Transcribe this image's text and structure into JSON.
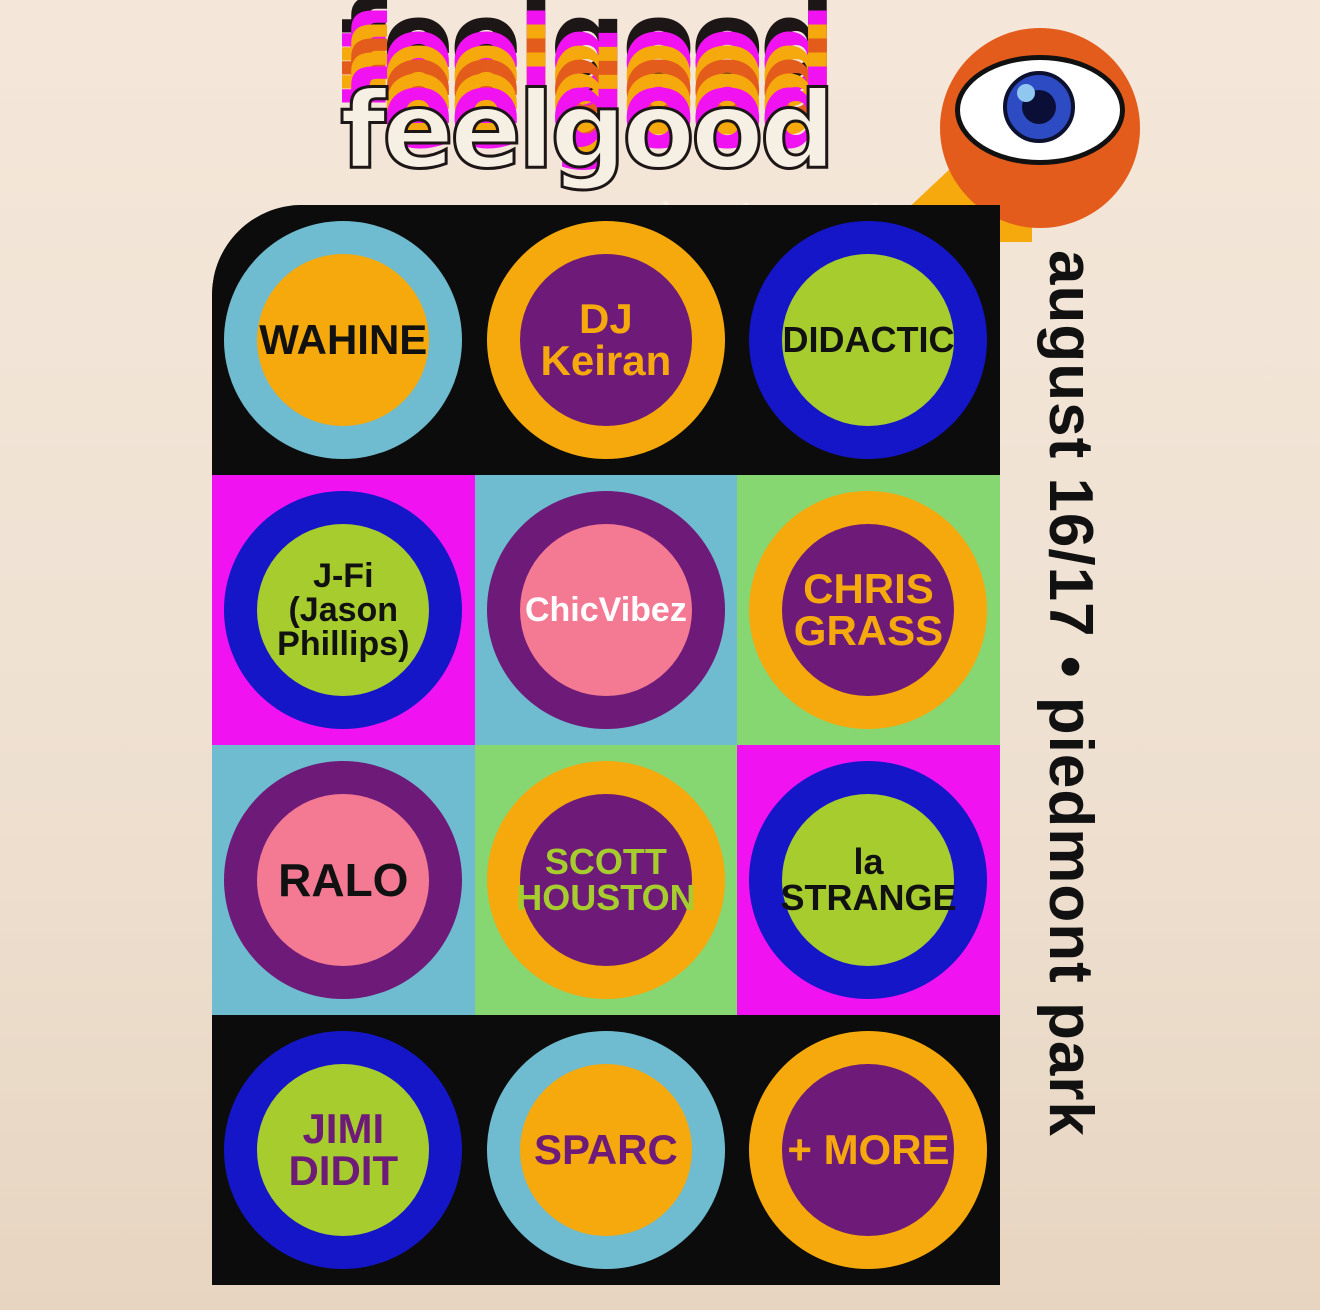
{
  "poster": {
    "title": "feelgood",
    "subtitle": "in the park",
    "date_location": "august 16/17 • piedmont park"
  },
  "colors": {
    "black": "#0c0c0c",
    "orange": "#f5a90c",
    "purple": "#6d1a78",
    "blue": "#1416c8",
    "sky": "#6fbbd0",
    "lime": "#a7cc2e",
    "pink": "#f47a94",
    "magenta": "#f012f0",
    "green": "#86d672",
    "title_stripes": [
      "#1c1616",
      "#f012f0",
      "#f5a90c",
      "#e35c1c",
      "#f5a90c",
      "#f012f0"
    ]
  },
  "icons": {
    "eye": "eye-icon"
  },
  "artists": [
    {
      "name": "WAHINE",
      "text_color": "#111111",
      "ring": "#6fbbd0",
      "disc": "#f5a90c",
      "bg": "#0c0c0c"
    },
    {
      "name": "DJ\nKeiran",
      "text_color": "#f5a90c",
      "ring": "#f5a90c",
      "disc": "#6d1a78",
      "bg": "#0c0c0c"
    },
    {
      "name": "DIDACTIC",
      "text_color": "#111111",
      "ring": "#1416c8",
      "disc": "#a7cc2e",
      "bg": "#0c0c0c"
    },
    {
      "name": "J-Fi\n(Jason\nPhillips)",
      "text_color": "#111111",
      "ring": "#1416c8",
      "disc": "#a7cc2e",
      "bg": "#f012f0"
    },
    {
      "name": "ChicVibez",
      "text_color": "#ffffff",
      "ring": "#6d1a78",
      "disc": "#f47a94",
      "bg": "#6fbbd0"
    },
    {
      "name": "CHRIS\nGRASS",
      "text_color": "#f5a90c",
      "ring": "#f5a90c",
      "disc": "#6d1a78",
      "bg": "#86d672"
    },
    {
      "name": "RALO",
      "text_color": "#111111",
      "ring": "#6d1a78",
      "disc": "#f47a94",
      "bg": "#6fbbd0"
    },
    {
      "name": "SCOTT\nHOUSTON",
      "text_color": "#a7cc2e",
      "ring": "#f5a90c",
      "disc": "#6d1a78",
      "bg": "#86d672"
    },
    {
      "name": "la\nSTRANGE",
      "text_color": "#111111",
      "ring": "#1416c8",
      "disc": "#a7cc2e",
      "bg": "#f012f0"
    },
    {
      "name": "JIMI\nDIDIT",
      "text_color": "#6d1a78",
      "ring": "#1416c8",
      "disc": "#a7cc2e",
      "bg": "#0c0c0c"
    },
    {
      "name": "SPARC",
      "text_color": "#6d1a78",
      "ring": "#6fbbd0",
      "disc": "#f5a90c",
      "bg": "#0c0c0c"
    },
    {
      "name": "+ MORE",
      "text_color": "#f5a90c",
      "ring": "#f5a90c",
      "disc": "#6d1a78",
      "bg": "#0c0c0c"
    }
  ]
}
